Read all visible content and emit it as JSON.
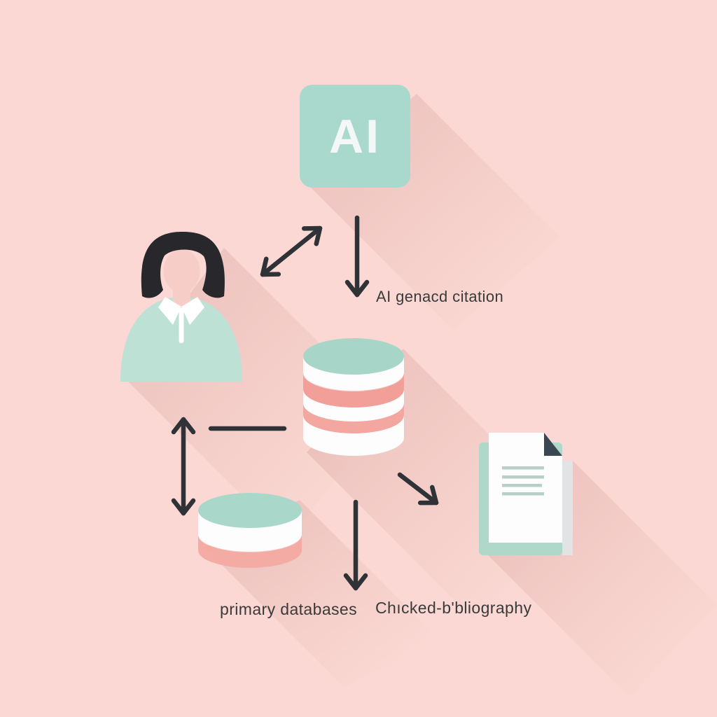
{
  "illustration": {
    "background_color": "#fbd8d3",
    "ai_box": {
      "label": "AI"
    },
    "captions": {
      "ai_generated_citation": "AI genacd citation",
      "primary_databases": "primary databases",
      "checked_bibliography": "Chıcked-b'bliography"
    },
    "icons": [
      {
        "name": "ai-box-icon",
        "description": "mint rounded square labeled AI"
      },
      {
        "name": "researcher-icon",
        "description": "woman avatar, dark hair, mint collared shirt"
      },
      {
        "name": "database-icon",
        "description": "stacked database cylinder, mint top with pink bands"
      },
      {
        "name": "small-database-icon",
        "description": "single flat database disc, mint top, pink base"
      },
      {
        "name": "document-icon",
        "description": "white page with folded corner on mint folder, mint text lines"
      }
    ],
    "connections": [
      {
        "name": "ai-to-citation-arrow",
        "type": "arrow-down"
      },
      {
        "name": "ai-researcher-arrow",
        "type": "double-arrow-diagonal"
      },
      {
        "name": "researcher-database-arrow",
        "type": "double-arrow-vertical"
      },
      {
        "name": "connector-line",
        "type": "horizontal-line"
      },
      {
        "name": "database-to-document-arrow",
        "type": "arrow-down-right"
      },
      {
        "name": "database-to-bibliography-arrow",
        "type": "arrow-down"
      }
    ],
    "palette": {
      "background": "#fbd8d3",
      "mint": "#a7d6c9",
      "mint_light": "#bee1d5",
      "white": "#fdfdfd",
      "pink_band": "#f19f98",
      "pink_band_light": "#f4a8a1",
      "skin": "#f7cec7",
      "hair": "#27272c",
      "arrow": "#2f3237",
      "caption_text": "#3a3a3a",
      "ai_text": "#f3f7f5",
      "page_fold": "#3a4650",
      "page_lines": "#b7d1c9",
      "page_edge": "#e2e3e5",
      "long_shadow": "#b06862"
    }
  }
}
